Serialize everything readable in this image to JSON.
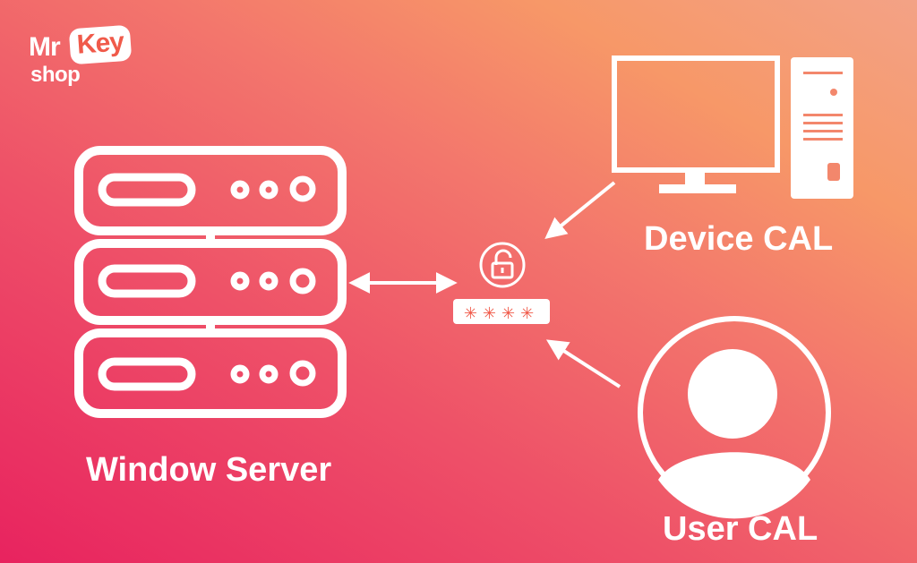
{
  "brand": {
    "name_part1": "Mr",
    "name_part2": "Key",
    "name_part3": "shop"
  },
  "labels": {
    "server": "Window Server",
    "device": "Device CAL",
    "user": "User CAL"
  },
  "password": {
    "masked": "✳✳✳✳"
  },
  "icons": [
    "server-rack-icon",
    "desktop-computer-icon",
    "user-avatar-icon",
    "unlock-icon",
    "password-field-icon"
  ],
  "colors": {
    "gradient_start": "#e8235f",
    "gradient_mid": "#f3766c",
    "gradient_end": "#f3a286",
    "foreground": "#ffffff",
    "accent": "#f05a4a"
  }
}
